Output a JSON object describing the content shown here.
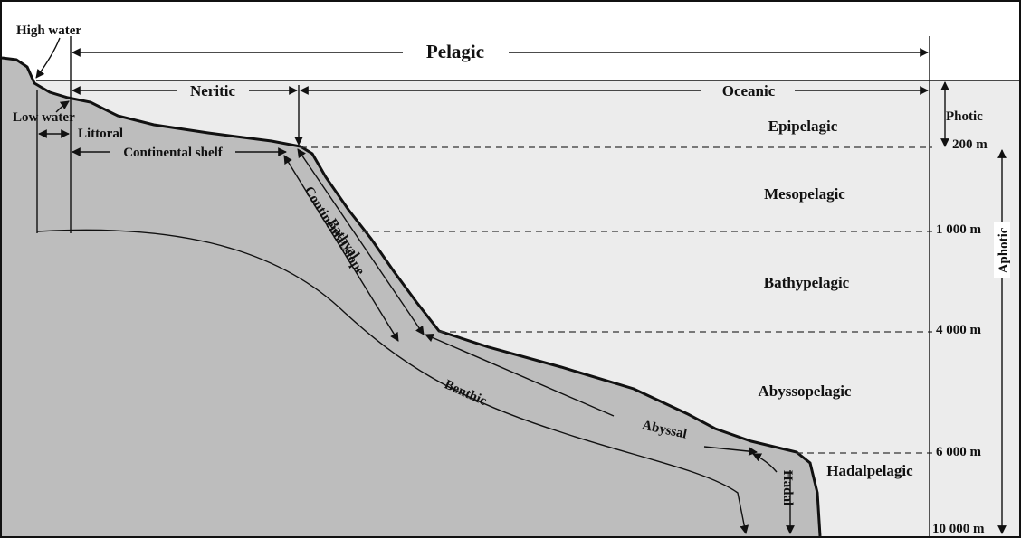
{
  "labels": {
    "high_water": "High water",
    "low_water": "Low water",
    "pelagic": "Pelagic",
    "neritic": "Neritic",
    "oceanic": "Oceanic",
    "littoral": "Littoral",
    "continental_shelf": "Continental shelf",
    "continental_slope": "Continental slope",
    "bathyal": "Bathyal",
    "benthic": "Benthic",
    "abyssal": "Abyssal",
    "hadal": "Hadal",
    "photic": "Photic",
    "aphotic": "Aphotic"
  },
  "zones": {
    "epipelagic": "Epipelagic",
    "mesopelagic": "Mesopelagic",
    "bathypelagic": "Bathypelagic",
    "abyssopelagic": "Abyssopelagic",
    "hadalpelagic": "Hadalpelagic"
  },
  "depths": {
    "d200": "200 m",
    "d1000": "1 000 m",
    "d4000": "4 000 m",
    "d6000": "6 000 m",
    "d10000": "10 000 m"
  },
  "colors": {
    "seabed": "#bdbdbd",
    "water": "#ececec",
    "outline": "#111111"
  }
}
